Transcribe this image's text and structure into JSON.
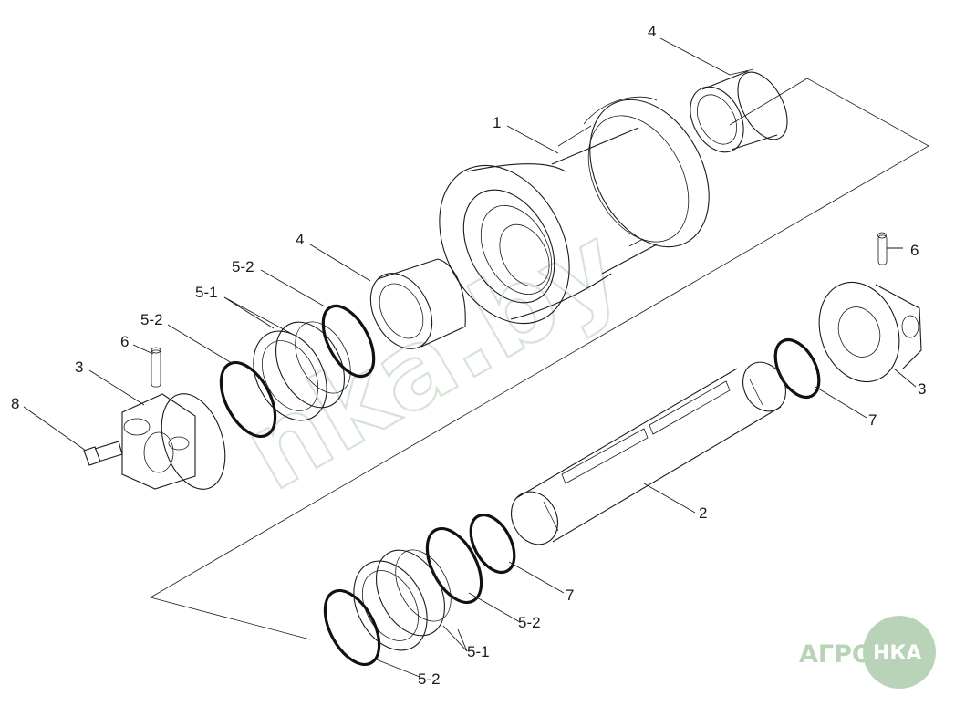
{
  "watermark": {
    "text": "nka.by"
  },
  "logo": {
    "left_text": "АГРО",
    "badge_text": "НКА",
    "color": "#b9d3b9"
  },
  "callouts": {
    "c1": "1",
    "c2": "2",
    "c3_left": "3",
    "c3_right": "3",
    "c4_top": "4",
    "c4_mid": "4",
    "c5_1_upper": "5-1",
    "c5_2_upper_a": "5-2",
    "c5_2_upper_b": "5-2",
    "c5_1_lower": "5-1",
    "c5_2_lower_a": "5-2",
    "c5_2_lower_b": "5-2",
    "c6_left": "6",
    "c6_right": "6",
    "c7_upper": "7",
    "c7_lower": "7",
    "c8": "8"
  }
}
